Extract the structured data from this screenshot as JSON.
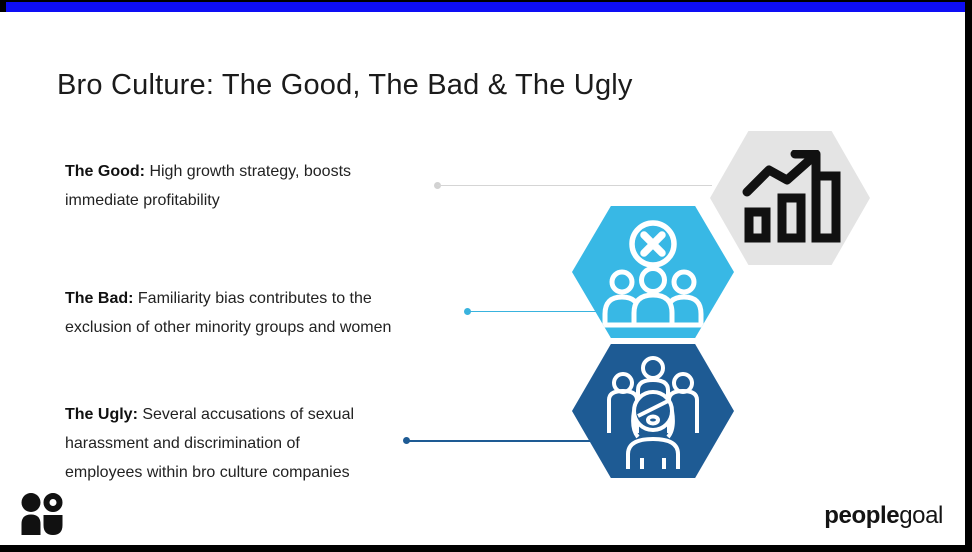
{
  "slide": {
    "title": "Bro Culture: The Good, The Bad & The Ugly"
  },
  "items": [
    {
      "label": "The Good:",
      "text": "High growth strategy, boosts immediate profitability",
      "icon": "growth-chart-icon",
      "hex_color": "#e4e4e4",
      "line_color": "#d5d5d5",
      "icon_color": "#111111"
    },
    {
      "label": "The Bad:",
      "text": "Familiarity bias contributes to the exclusion of other minority groups and women",
      "icon": "excluded-group-icon",
      "hex_color": "#38b8e5",
      "line_color": "#39b3de",
      "icon_color": "#ffffff"
    },
    {
      "label": "The Ugly:",
      "text": "Several accusations of sexual harassment and discrimination of employees within bro culture companies",
      "icon": "woman-among-men-icon",
      "hex_color": "#1e5b94",
      "line_color": "#1e5b94",
      "icon_color": "#ffffff"
    }
  ],
  "footer": {
    "brand_bold": "people",
    "brand_light": "goal"
  },
  "colors": {
    "accent_bar": "#0e0ef5",
    "canvas_border": "#000000",
    "slide_background": "#ffffff",
    "title_text": "#1b1b1b",
    "body_text": "#222222"
  }
}
